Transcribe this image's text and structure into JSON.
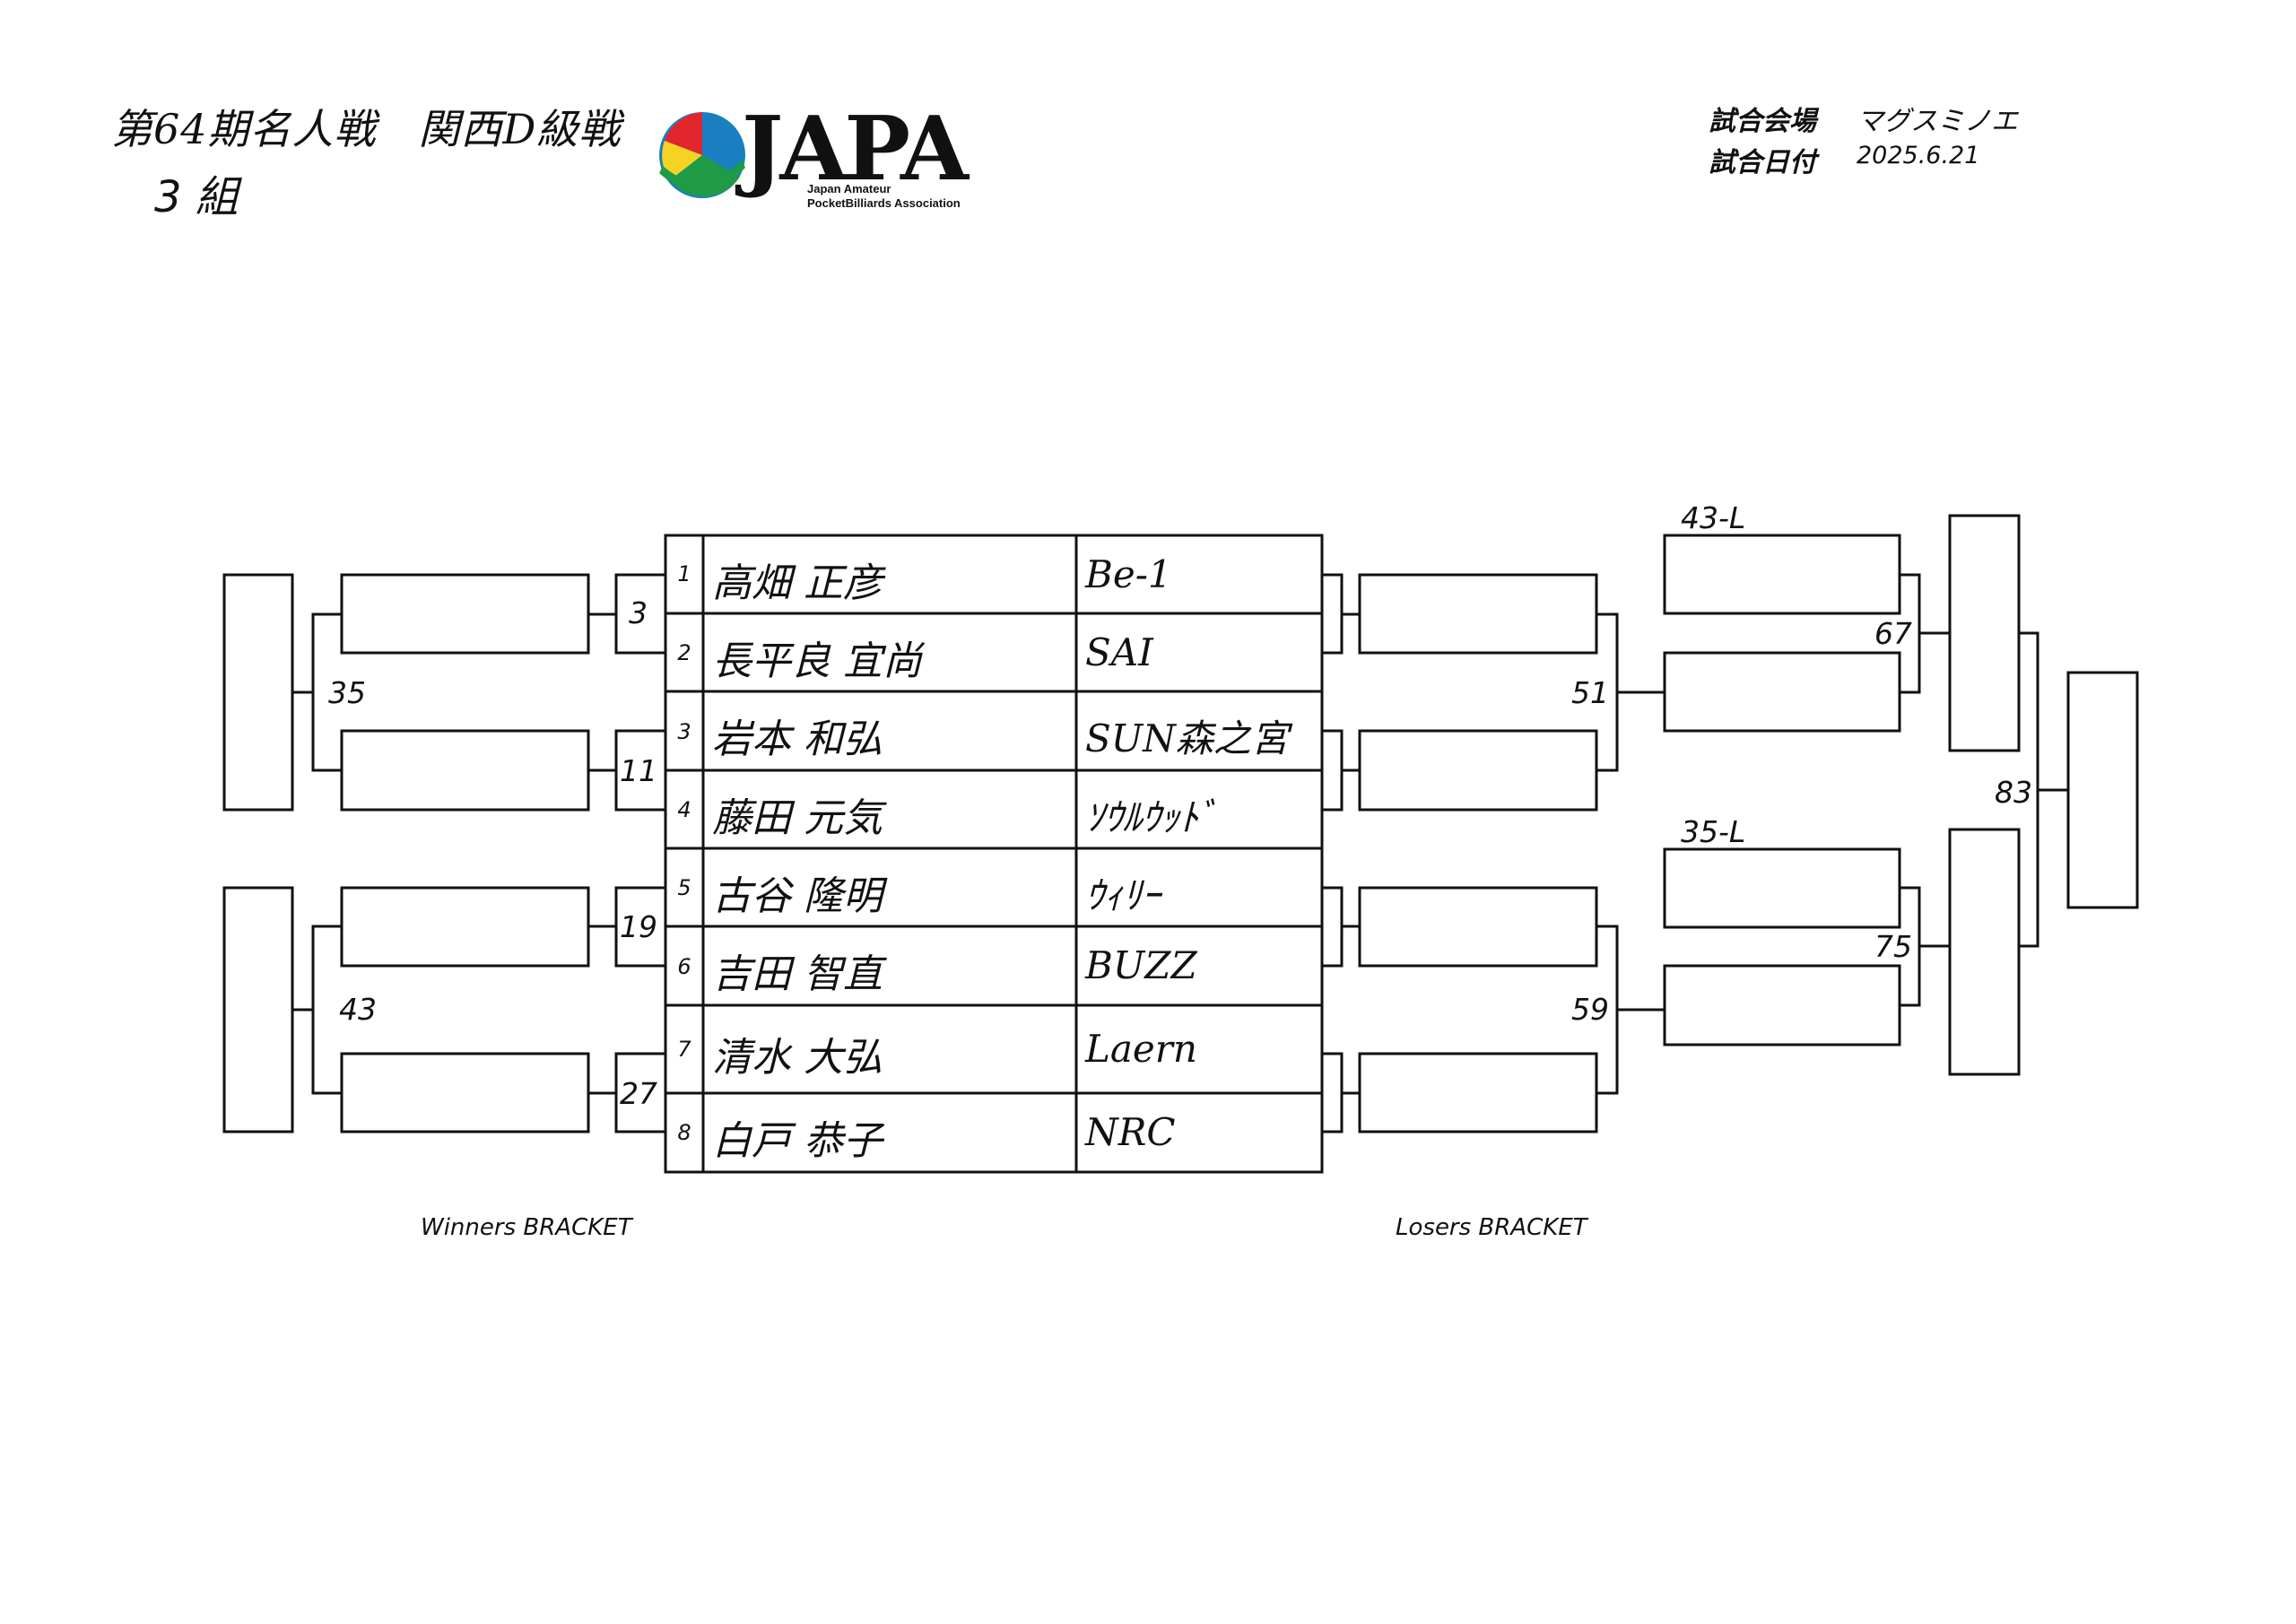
{
  "header": {
    "title": "第64期名人戦　関西D級戦",
    "group": "3 組",
    "logo": {
      "text": "JAPA",
      "line1": "Japan Amateur",
      "line2": "PocketBilliards Association"
    }
  },
  "info": {
    "venue_label": "試合会場",
    "venue": "マグスミノエ",
    "date_label": "試合日付",
    "date": "2025.6.21"
  },
  "players": [
    {
      "seed": "1",
      "name": "高畑 正彦",
      "team": "Be-1"
    },
    {
      "seed": "2",
      "name": "長平良 宜尚",
      "team": "SAI"
    },
    {
      "seed": "3",
      "name": "岩本 和弘",
      "team": "SUN森之宮"
    },
    {
      "seed": "4",
      "name": "藤田 元気",
      "team": "ｿｳﾙｳｯﾄﾞ"
    },
    {
      "seed": "5",
      "name": "古谷 隆明",
      "team": "ｳｨﾘｰ"
    },
    {
      "seed": "6",
      "name": "吉田 智直",
      "team": "BUZZ"
    },
    {
      "seed": "7",
      "name": "清水 大弘",
      "team": "Laern"
    },
    {
      "seed": "8",
      "name": "白戸 恭子",
      "team": "NRC"
    }
  ],
  "winners": {
    "caption": "Winners BRACKET",
    "matches": {
      "m3": "3",
      "m11": "11",
      "m19": "19",
      "m27": "27",
      "m35": "35",
      "m43": "43"
    }
  },
  "losers": {
    "caption": "Losers BRACKET",
    "matches": {
      "m51": "51",
      "m59": "59",
      "m67": "67",
      "m75": "75",
      "m83": "83"
    },
    "drop_ins": {
      "top": "43-L",
      "bottom": "35-L"
    }
  }
}
